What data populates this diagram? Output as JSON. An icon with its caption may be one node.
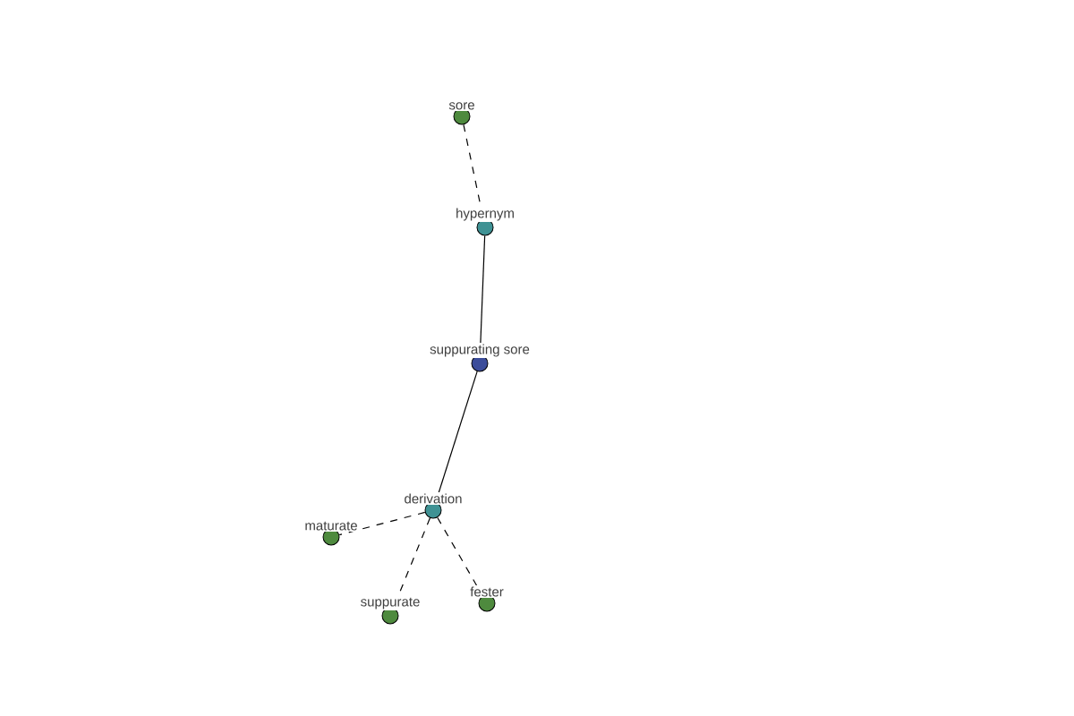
{
  "diagram": {
    "nodes": [
      {
        "text": [
          "sore"
        ]
      },
      {
        "text": [
          "hypernym"
        ]
      },
      {
        "text": [
          "suppurating sore"
        ]
      },
      {
        "text": [
          "derivation"
        ]
      },
      {
        "text": [
          "maturate"
        ]
      },
      {
        "text": [
          "suppurate"
        ]
      },
      {
        "text": [
          "fester"
        ]
      }
    ],
    "edges": [
      {
        "from": 0,
        "to": 1,
        "arrow": "none",
        "style": "dashed"
      },
      {
        "from": 1,
        "to": 2,
        "arrow": "none"
      },
      {
        "from": 2,
        "to": 3,
        "arrow": "none"
      },
      {
        "from": 3,
        "to": 4,
        "arrow": "none",
        "style": "dashed"
      },
      {
        "from": 3,
        "to": 5,
        "arrow": "none",
        "style": "dashed"
      },
      {
        "from": 3,
        "to": 6,
        "arrow": "none",
        "style": "dashed"
      }
    ]
  }
}
